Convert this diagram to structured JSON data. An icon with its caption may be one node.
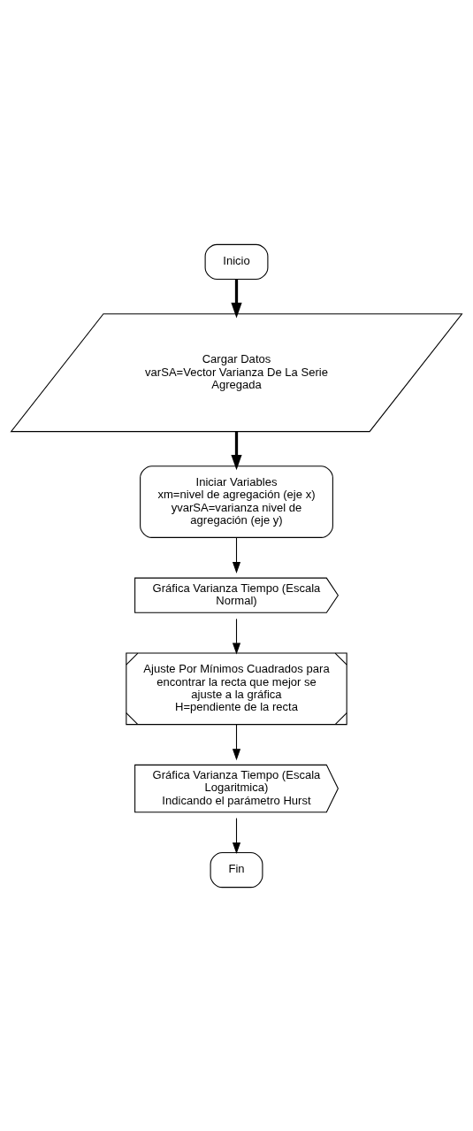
{
  "diagram": {
    "nodes": [
      {
        "text": [
          "Inicio"
        ]
      },
      {
        "text": [
          "Cargar Datos",
          "varSA=Vector Varianza De La Serie Agregada"
        ]
      },
      {
        "text": [
          "Iniciar Variables",
          "xm=nivel de agregación (eje x)",
          "yvarSA=varianza nivel de agregación (eje y)"
        ]
      },
      {
        "text": [
          "Gráfica Varianza Tiempo (Escala Normal)"
        ]
      },
      {
        "text": [
          "Ajuste Por Mínimos Cuadrados para encontrar la recta que mejor se ajuste a la gráfica",
          "H=pendiente de la recta"
        ]
      },
      {
        "text": [
          "Gráfica Varianza Tiempo (Escala Logaritmica)",
          "Indicando el parámetro Hurst"
        ]
      },
      {
        "text": [
          "Fin"
        ]
      }
    ],
    "edges": [
      {
        "from": 0,
        "to": 1,
        "arrow": "to",
        "style": "thick"
      },
      {
        "from": 1,
        "to": 2,
        "arrow": "to",
        "style": "thick"
      },
      {
        "from": 2,
        "to": 3,
        "arrow": "to"
      },
      {
        "from": 3,
        "to": 4,
        "arrow": "to"
      },
      {
        "from": 4,
        "to": 5,
        "arrow": "to"
      },
      {
        "from": 5,
        "to": 6,
        "arrow": "to"
      }
    ]
  }
}
